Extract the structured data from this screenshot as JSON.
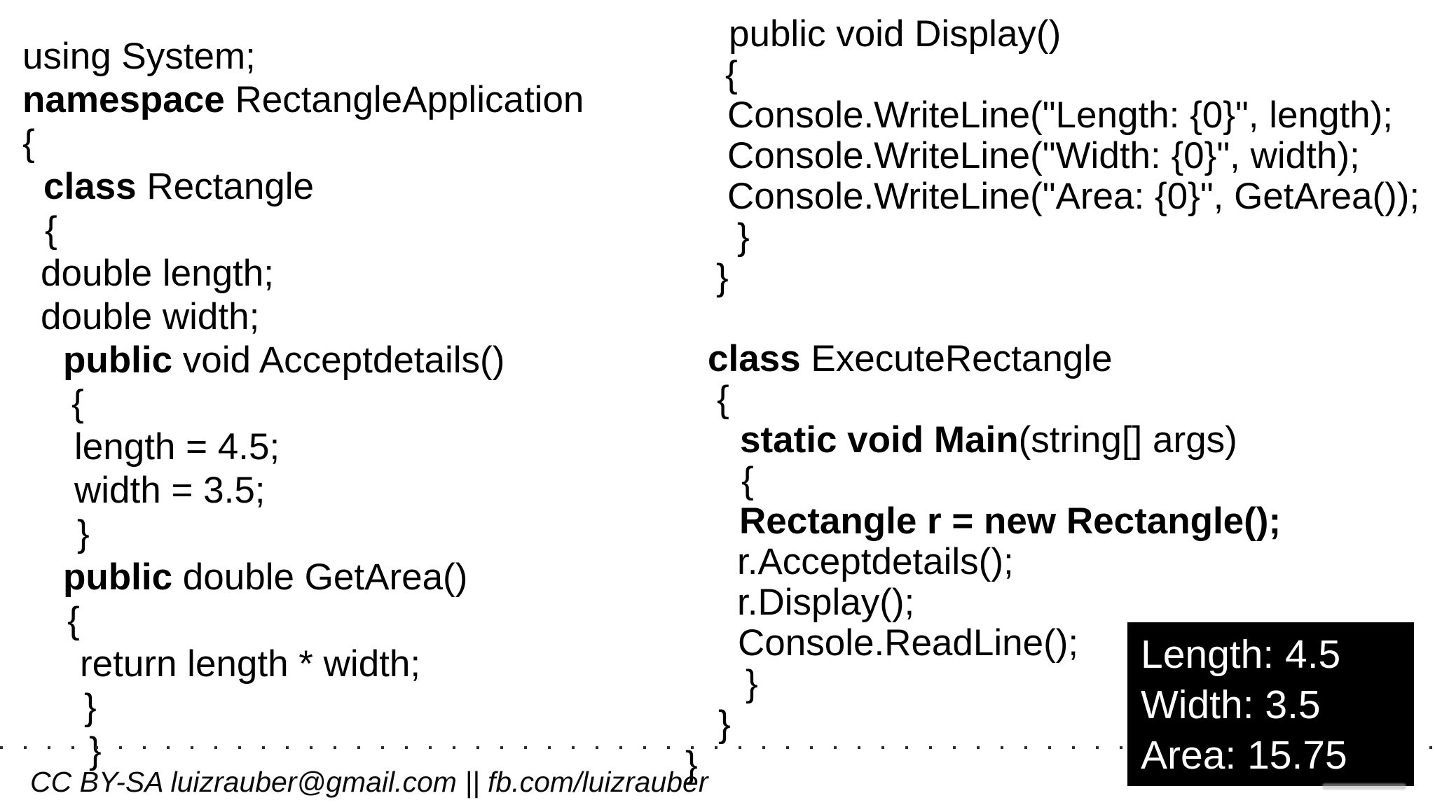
{
  "colors": {
    "background": "#ffffff",
    "code_text": "#000000",
    "console_background": "#000000",
    "console_text": "#ffffff",
    "separator_dots": "#2e2e2e"
  },
  "code": {
    "left": {
      "lines": [
        {
          "indent": 0,
          "segments": [
            {
              "text": "using System;",
              "bold": false
            }
          ]
        },
        {
          "indent": 0,
          "segments": [
            {
              "text": "namespace",
              "bold": true
            },
            {
              "text": " RectangleApplication",
              "bold": false
            }
          ]
        },
        {
          "indent": 0,
          "segments": [
            {
              "text": "{",
              "bold": false
            }
          ]
        },
        {
          "indent": 30,
          "segments": [
            {
              "text": "class",
              "bold": true
            },
            {
              "text": " Rectangle",
              "bold": false
            }
          ]
        },
        {
          "indent": 32,
          "segments": [
            {
              "text": "{",
              "bold": false
            }
          ]
        },
        {
          "indent": 26,
          "segments": [
            {
              "text": "double length;",
              "bold": false
            }
          ]
        },
        {
          "indent": 26,
          "segments": [
            {
              "text": "double width;",
              "bold": false
            }
          ]
        },
        {
          "indent": 58,
          "segments": [
            {
              "text": "public",
              "bold": true
            },
            {
              "text": " void Acceptdetails()",
              "bold": false
            }
          ]
        },
        {
          "indent": 70,
          "segments": [
            {
              "text": "{",
              "bold": false
            }
          ]
        },
        {
          "indent": 74,
          "segments": [
            {
              "text": "length = 4.5;",
              "bold": false
            }
          ]
        },
        {
          "indent": 74,
          "segments": [
            {
              "text": "width = 3.5;",
              "bold": false
            }
          ]
        },
        {
          "indent": 78,
          "segments": [
            {
              "text": "}",
              "bold": false
            }
          ]
        },
        {
          "indent": 58,
          "segments": [
            {
              "text": "public",
              "bold": true
            },
            {
              "text": " double GetArea()",
              "bold": false
            }
          ]
        },
        {
          "indent": 64,
          "segments": [
            {
              "text": "{",
              "bold": false
            }
          ]
        },
        {
          "indent": 82,
          "segments": [
            {
              "text": "return length * width;",
              "bold": false
            }
          ]
        },
        {
          "indent": 88,
          "segments": [
            {
              "text": "}",
              "bold": false
            }
          ]
        },
        {
          "indent": 95,
          "segments": [
            {
              "text": "}",
              "bold": false
            }
          ]
        }
      ]
    },
    "right": {
      "lines": [
        {
          "indent": 30,
          "segments": [
            {
              "text": "public void Display()",
              "bold": false
            }
          ]
        },
        {
          "indent": 25,
          "segments": [
            {
              "text": "{",
              "bold": false
            }
          ]
        },
        {
          "indent": 28,
          "segments": [
            {
              "text": "Console.WriteLine(\"Length: {0}\", length);",
              "bold": false
            }
          ]
        },
        {
          "indent": 28,
          "segments": [
            {
              "text": "Console.WriteLine(\"Width: {0}\", width);",
              "bold": false
            }
          ]
        },
        {
          "indent": 28,
          "segments": [
            {
              "text": "Console.WriteLine(\"Area: {0}\", GetArea());",
              "bold": false
            }
          ]
        },
        {
          "indent": 42,
          "segments": [
            {
              "text": "}",
              "bold": false
            }
          ]
        },
        {
          "indent": 12,
          "segments": [
            {
              "text": "}",
              "bold": false
            }
          ]
        },
        {
          "indent": 0,
          "segments": []
        },
        {
          "indent": 0,
          "segments": [
            {
              "text": "class",
              "bold": true
            },
            {
              "text": " ExecuteRectangle",
              "bold": false
            }
          ]
        },
        {
          "indent": 13,
          "segments": [
            {
              "text": "{",
              "bold": false
            }
          ]
        },
        {
          "indent": 46,
          "segments": [
            {
              "text": "static void Main",
              "bold": true
            },
            {
              "text": "(string[] args)",
              "bold": false
            }
          ]
        },
        {
          "indent": 48,
          "segments": [
            {
              "text": "{",
              "bold": false
            }
          ]
        },
        {
          "indent": 45,
          "segments": [
            {
              "text": "Rectangle r = new Rectangle();",
              "bold": true
            }
          ]
        },
        {
          "indent": 42,
          "segments": [
            {
              "text": "r.Acceptdetails();",
              "bold": false
            }
          ]
        },
        {
          "indent": 42,
          "segments": [
            {
              "text": "r.Display();",
              "bold": false
            }
          ]
        },
        {
          "indent": 43,
          "segments": [
            {
              "text": "Console.ReadLine();",
              "bold": false
            }
          ]
        },
        {
          "indent": 54,
          "segments": [
            {
              "text": "}",
              "bold": false
            }
          ]
        },
        {
          "indent": 15,
          "segments": [
            {
              "text": "}",
              "bold": false
            }
          ]
        },
        {
          "indent": -32,
          "segments": [
            {
              "text": "}",
              "bold": false
            }
          ]
        }
      ]
    }
  },
  "console_output": {
    "lines": [
      "Length: 4.5",
      "Width: 3.5",
      "Area: 15.75"
    ]
  },
  "footer": {
    "text": "CC BY-SA luizrauber@gmail.com || fb.com/luizrauber"
  }
}
